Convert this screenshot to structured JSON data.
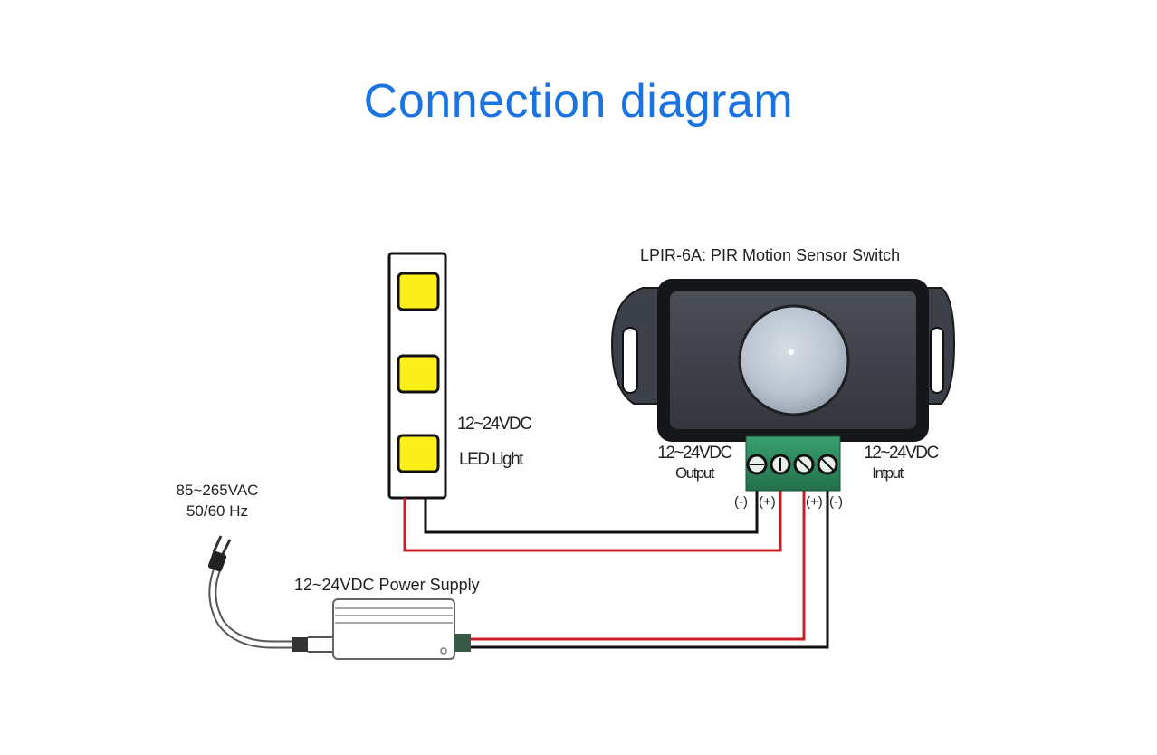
{
  "title": "Connection diagram",
  "colors": {
    "title": "#1a73e0",
    "wire_positive": "#c8202a",
    "wire_negative": "#111111",
    "led_chip": "#fbef1a",
    "sensor_body": "#3a3d44",
    "terminal_block": "#2e8a5c"
  },
  "components": {
    "sensor": {
      "label": "LPIR-6A: PIR Motion Sensor Switch",
      "output_label": {
        "line1": "12~24VDC",
        "line2": "Output"
      },
      "input_label": {
        "line1": "12~24VDC",
        "line2": "Intput"
      },
      "terminals": [
        "(-)",
        "(+)",
        "(+)",
        "(-)"
      ]
    },
    "led": {
      "label_line1": "12~24VDC",
      "label_line2": "LED Light",
      "chip_count": 3
    },
    "ac_input": {
      "line1": "85~265VAC",
      "line2": "50/60 Hz"
    },
    "power_supply": {
      "label": "12~24VDC Power Supply"
    }
  },
  "wires": [
    {
      "name": "led-negative-to-output-negative",
      "polarity": "negative"
    },
    {
      "name": "led-positive-to-output-positive",
      "polarity": "positive"
    },
    {
      "name": "psu-positive-to-input-positive",
      "polarity": "positive"
    },
    {
      "name": "psu-negative-to-input-negative",
      "polarity": "negative"
    }
  ]
}
